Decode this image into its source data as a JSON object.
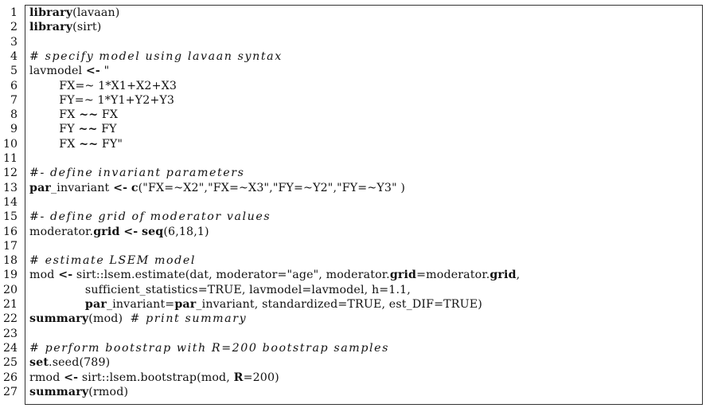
{
  "listing": {
    "language": "R",
    "lines": [
      {
        "n": "1",
        "segs": [
          {
            "t": "library",
            "c": "kw"
          },
          {
            "t": "(lavaan)"
          }
        ]
      },
      {
        "n": "2",
        "segs": [
          {
            "t": "library",
            "c": "kw"
          },
          {
            "t": "(sirt)"
          }
        ]
      },
      {
        "n": "3",
        "segs": []
      },
      {
        "n": "4",
        "segs": [
          {
            "t": "# specify model using lavaan syntax",
            "c": "cm"
          }
        ]
      },
      {
        "n": "5",
        "segs": [
          {
            "t": "lavmodel "
          },
          {
            "t": "<-",
            "c": "kw"
          },
          {
            "t": " \""
          }
        ]
      },
      {
        "n": "6",
        "segs": [
          {
            "t": "        FX=~ 1*X1+X2+X3"
          }
        ]
      },
      {
        "n": "7",
        "segs": [
          {
            "t": "        FY=~ 1*Y1+Y2+Y3"
          }
        ]
      },
      {
        "n": "8",
        "segs": [
          {
            "t": "        FX "
          },
          {
            "t": "~~",
            "c": "kw"
          },
          {
            "t": " FX"
          }
        ]
      },
      {
        "n": "9",
        "segs": [
          {
            "t": "        FY "
          },
          {
            "t": "~~",
            "c": "kw"
          },
          {
            "t": " FY"
          }
        ]
      },
      {
        "n": "10",
        "segs": [
          {
            "t": "        FX "
          },
          {
            "t": "~~",
            "c": "kw"
          },
          {
            "t": " FY\""
          }
        ]
      },
      {
        "n": "11",
        "segs": []
      },
      {
        "n": "12",
        "segs": [
          {
            "t": "#- define invariant parameters",
            "c": "cm"
          }
        ]
      },
      {
        "n": "13",
        "segs": [
          {
            "t": "par",
            "c": "kw"
          },
          {
            "t": "_invariant "
          },
          {
            "t": "<-",
            "c": "kw"
          },
          {
            "t": " "
          },
          {
            "t": "c",
            "c": "kw"
          },
          {
            "t": "(\"FX=~X2\",\"FX=~X3\",\"FY=~Y2\",\"FY=~Y3\" )"
          }
        ]
      },
      {
        "n": "14",
        "segs": []
      },
      {
        "n": "15",
        "segs": [
          {
            "t": "#- define grid of moderator values",
            "c": "cm"
          }
        ]
      },
      {
        "n": "16",
        "segs": [
          {
            "t": "moderator."
          },
          {
            "t": "grid",
            "c": "kw"
          },
          {
            "t": " "
          },
          {
            "t": "<-",
            "c": "kw"
          },
          {
            "t": " "
          },
          {
            "t": "seq",
            "c": "kw"
          },
          {
            "t": "(6,18,1)"
          }
        ]
      },
      {
        "n": "17",
        "segs": []
      },
      {
        "n": "18",
        "segs": [
          {
            "t": "# estimate LSEM model",
            "c": "cm"
          }
        ]
      },
      {
        "n": "19",
        "segs": [
          {
            "t": "mod "
          },
          {
            "t": "<-",
            "c": "kw"
          },
          {
            "t": " sirt::lsem.estimate(dat, moderator=\"age\", moderator."
          },
          {
            "t": "grid",
            "c": "kw"
          },
          {
            "t": "=moderator."
          },
          {
            "t": "grid",
            "c": "kw"
          },
          {
            "t": ","
          }
        ]
      },
      {
        "n": "20",
        "segs": [
          {
            "t": "               sufficient_statistics=TRUE, lavmodel=lavmodel, h=1.1,"
          }
        ]
      },
      {
        "n": "21",
        "segs": [
          {
            "t": "               "
          },
          {
            "t": "par",
            "c": "kw"
          },
          {
            "t": "_invariant="
          },
          {
            "t": "par",
            "c": "kw"
          },
          {
            "t": "_invariant, standardized=TRUE, est_DIF=TRUE)"
          }
        ]
      },
      {
        "n": "22",
        "segs": [
          {
            "t": "summary",
            "c": "kw"
          },
          {
            "t": "(mod)  "
          },
          {
            "t": "# print summary",
            "c": "cm"
          }
        ]
      },
      {
        "n": "23",
        "segs": []
      },
      {
        "n": "24",
        "segs": [
          {
            "t": "# perform bootstrap with R=200 bootstrap samples",
            "c": "cm"
          }
        ]
      },
      {
        "n": "25",
        "segs": [
          {
            "t": "set",
            "c": "kw"
          },
          {
            "t": ".seed(789)"
          }
        ]
      },
      {
        "n": "26",
        "segs": [
          {
            "t": "rmod "
          },
          {
            "t": "<-",
            "c": "kw"
          },
          {
            "t": " sirt::lsem.bootstrap(mod, "
          },
          {
            "t": "R",
            "c": "kw"
          },
          {
            "t": "=200)"
          }
        ]
      },
      {
        "n": "27",
        "segs": [
          {
            "t": "summary",
            "c": "kw"
          },
          {
            "t": "(rmod)"
          }
        ]
      }
    ]
  }
}
